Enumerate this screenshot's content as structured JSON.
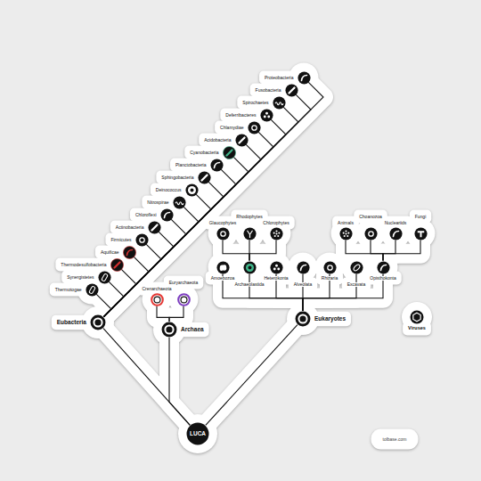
{
  "diagram": {
    "nodes": [
      {
        "text": [
          "LUCA"
        ]
      },
      {
        "text": [
          "Eubacteria"
        ]
      },
      {
        "text": [
          "Archaea"
        ]
      },
      {
        "text": [
          "Eukaryotes"
        ]
      },
      {
        "text": [
          "Viruses"
        ]
      },
      {
        "text": [
          "Thermotogae"
        ]
      },
      {
        "text": [
          "Synergistetes"
        ]
      },
      {
        "text": [
          "Thermodesulfobacteria"
        ]
      },
      {
        "text": [
          "Aquificae"
        ]
      },
      {
        "text": [
          "Firmicutes"
        ]
      },
      {
        "text": [
          "Actinobacteria"
        ]
      },
      {
        "text": [
          "Chloroflexi"
        ]
      },
      {
        "text": [
          "Nitrospirae"
        ]
      },
      {
        "text": [
          "Deinococcus"
        ]
      },
      {
        "text": [
          "Sphingobacteria"
        ]
      },
      {
        "text": [
          "Planctobacteria"
        ]
      },
      {
        "text": [
          "Cyanobacteria"
        ]
      },
      {
        "text": [
          "Acidobacteria"
        ]
      },
      {
        "text": [
          "Chlamydiae"
        ]
      },
      {
        "text": [
          "Deferribacteres"
        ]
      },
      {
        "text": [
          "Spirochaetes"
        ]
      },
      {
        "text": [
          "Fusobacteria"
        ]
      },
      {
        "text": [
          "Proteobacteria"
        ]
      },
      {
        "text": [
          "Crenarchaeota"
        ]
      },
      {
        "text": [
          "Euryarchaeota"
        ]
      },
      {
        "text": [
          "Amoebozoa"
        ]
      },
      {
        "text": [
          "Archaeplastida"
        ]
      },
      {
        "text": [
          "Heterokonta"
        ]
      },
      {
        "text": [
          "Alveolata"
        ]
      },
      {
        "text": [
          "Rhizaria"
        ]
      },
      {
        "text": [
          "Excavata"
        ]
      },
      {
        "text": [
          "Opisthokonta"
        ]
      },
      {
        "text": [
          "Glaucophytes"
        ]
      },
      {
        "text": [
          "Rhodophytes"
        ]
      },
      {
        "text": [
          "Chlorophytes"
        ]
      },
      {
        "text": [
          "Animals"
        ]
      },
      {
        "text": [
          "Choanozoa"
        ]
      },
      {
        "text": [
          "Nucleariids"
        ]
      },
      {
        "text": [
          "Fungi"
        ]
      }
    ],
    "edges": [
      {
        "from": 0,
        "to": 1,
        "arrow": "none"
      },
      {
        "from": 0,
        "to": 2,
        "arrow": "none"
      },
      {
        "from": 0,
        "to": 3,
        "arrow": "none"
      },
      {
        "from": 1,
        "to": 5,
        "arrow": "none"
      },
      {
        "from": 1,
        "to": 6,
        "arrow": "none"
      },
      {
        "from": 1,
        "to": 7,
        "arrow": "none"
      },
      {
        "from": 1,
        "to": 8,
        "arrow": "none"
      },
      {
        "from": 1,
        "to": 9,
        "arrow": "none"
      },
      {
        "from": 1,
        "to": 10,
        "arrow": "none"
      },
      {
        "from": 1,
        "to": 11,
        "arrow": "none"
      },
      {
        "from": 1,
        "to": 12,
        "arrow": "none"
      },
      {
        "from": 1,
        "to": 13,
        "arrow": "none"
      },
      {
        "from": 1,
        "to": 14,
        "arrow": "none"
      },
      {
        "from": 1,
        "to": 15,
        "arrow": "none"
      },
      {
        "from": 1,
        "to": 16,
        "arrow": "none"
      },
      {
        "from": 1,
        "to": 17,
        "arrow": "none"
      },
      {
        "from": 1,
        "to": 18,
        "arrow": "none"
      },
      {
        "from": 1,
        "to": 19,
        "arrow": "none"
      },
      {
        "from": 1,
        "to": 20,
        "arrow": "none"
      },
      {
        "from": 1,
        "to": 21,
        "arrow": "none"
      },
      {
        "from": 1,
        "to": 22,
        "arrow": "none"
      },
      {
        "from": 2,
        "to": 23,
        "arrow": "none"
      },
      {
        "from": 2,
        "to": 24,
        "arrow": "none"
      },
      {
        "from": 3,
        "to": 25,
        "arrow": "none"
      },
      {
        "from": 3,
        "to": 26,
        "arrow": "none"
      },
      {
        "from": 3,
        "to": 27,
        "arrow": "none"
      },
      {
        "from": 3,
        "to": 28,
        "arrow": "none"
      },
      {
        "from": 3,
        "to": 29,
        "arrow": "none"
      },
      {
        "from": 3,
        "to": 30,
        "arrow": "none"
      },
      {
        "from": 3,
        "to": 31,
        "arrow": "none"
      },
      {
        "from": 26,
        "to": 32,
        "arrow": "none"
      },
      {
        "from": 26,
        "to": 33,
        "arrow": "none"
      },
      {
        "from": 26,
        "to": 34,
        "arrow": "none"
      },
      {
        "from": 31,
        "to": 35,
        "arrow": "none"
      },
      {
        "from": 31,
        "to": 36,
        "arrow": "none"
      },
      {
        "from": 31,
        "to": 37,
        "arrow": "none"
      },
      {
        "from": 31,
        "to": 38,
        "arrow": "none"
      }
    ],
    "labels": [
      "tolbase.com"
    ]
  }
}
